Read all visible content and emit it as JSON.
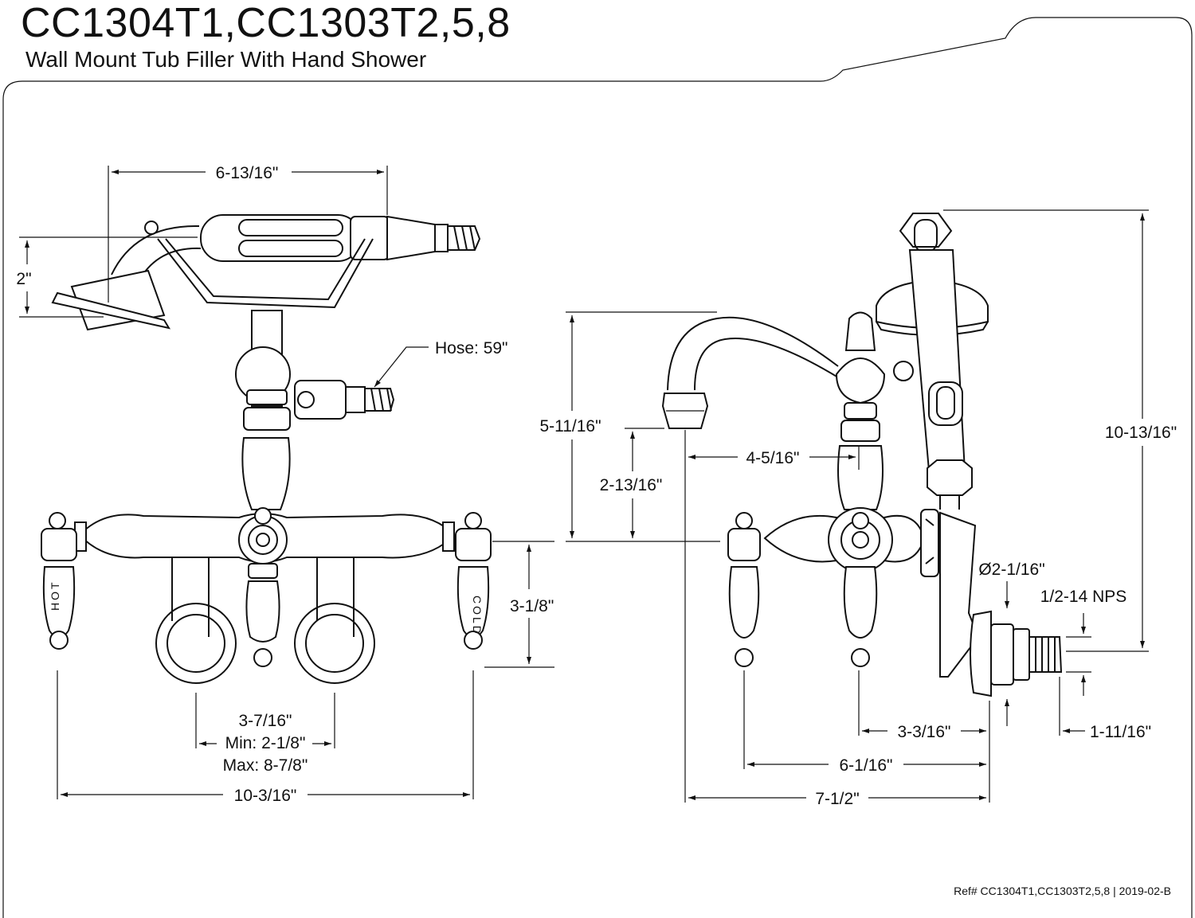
{
  "header": {
    "title": "CC1304T1,CC1303T2,5,8",
    "subtitle": "Wall Mount Tub Filler With Hand Shower"
  },
  "front_view": {
    "dim_width_top": "6-13/16\"",
    "dim_height_shower": "2\"",
    "hose_label": "Hose: 59\"",
    "handle_hot_label": "HOT",
    "handle_cold_label": "COLD",
    "dim_height_handles": "3-1/8\"",
    "dim_centers": "3-7/16\"",
    "dim_min": "Min: 2-1/8\"",
    "dim_max": "Max: 8-7/8\"",
    "dim_overall_width": "10-3/16\""
  },
  "side_view": {
    "dim_spout_height": "5-11/16\"",
    "dim_spout_lower": "2-13/16\"",
    "dim_spout_reach_inner": "4-5/16\"",
    "dim_total_height": "10-13/16\"",
    "dim_flange_dia": "Ø2-1/16\"",
    "dim_thread": "1/2-14 NPS",
    "dim_body_depth": "3-3/16\"",
    "dim_inlet_length": "1-11/16\"",
    "dim_handle_depth": "6-1/16\"",
    "dim_spout_reach": "7-1/2\""
  },
  "footer": {
    "reference": "Ref# CC1304T1,CC1303T2,5,8 | 2019-02-B"
  }
}
